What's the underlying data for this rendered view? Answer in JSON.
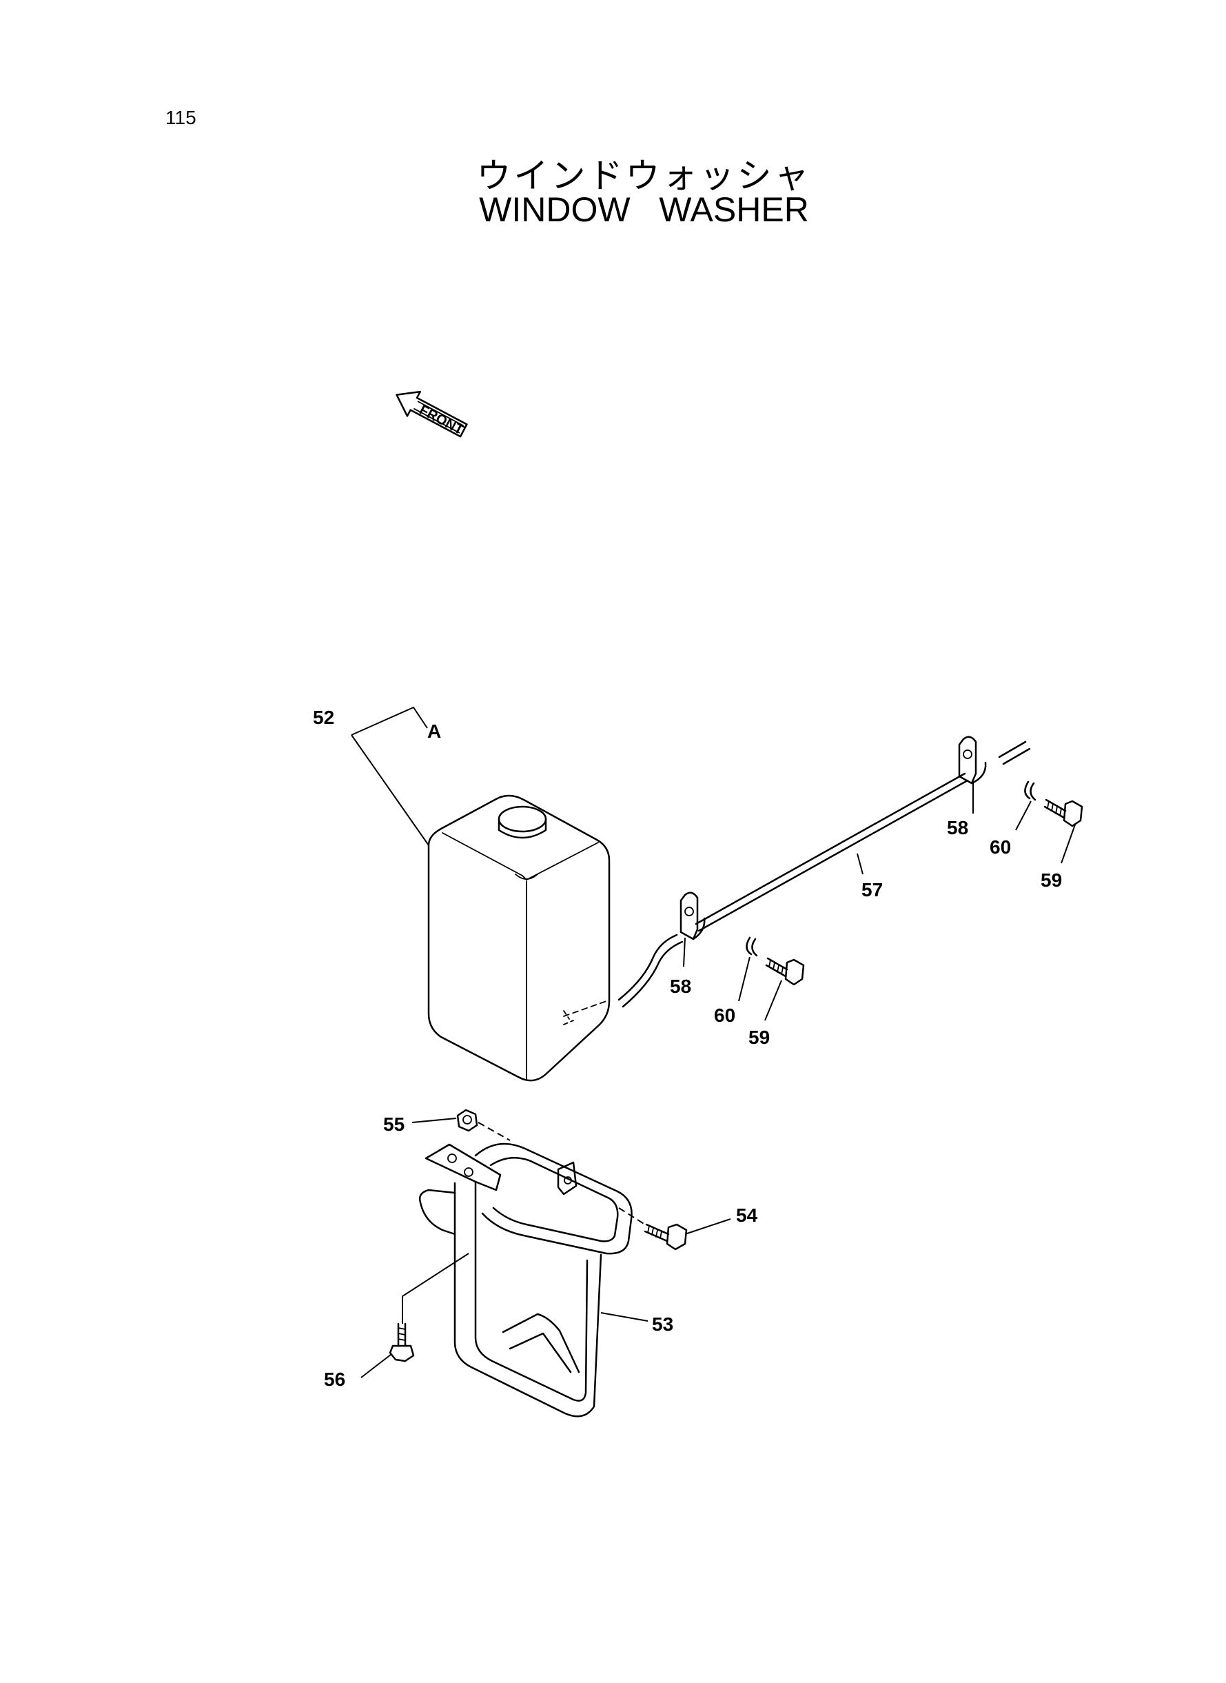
{
  "page": {
    "number": "115",
    "title_jp": "ウインドウォッシャ",
    "title_en": "WINDOW   WASHER"
  },
  "direction_marker": {
    "label": "FRONT",
    "icon": "front-arrow-icon"
  },
  "callouts": {
    "c52": "52",
    "cA": "A",
    "c57": "57",
    "c58a": "58",
    "c58b": "58",
    "c59a": "59",
    "c59b": "59",
    "c60a": "60",
    "c60b": "60",
    "c53": "53",
    "c54": "54",
    "c55": "55",
    "c56": "56"
  }
}
